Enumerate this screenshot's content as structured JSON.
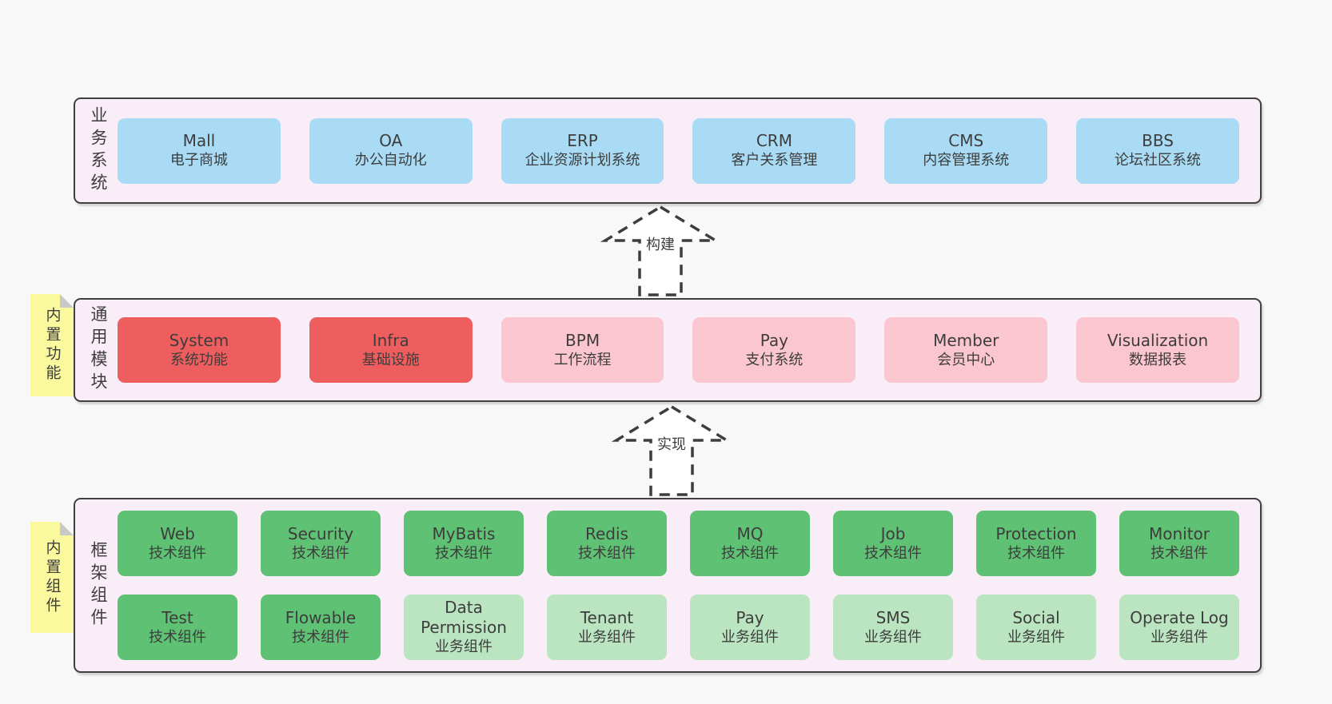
{
  "palette": {
    "page_bg": "#f8f8f8",
    "band_bg": "#f9edf7",
    "band_border": "#404040",
    "blue": "#a9dbf5",
    "red": "#ef5e5e",
    "pink": "#fbc6cf",
    "green_dark": "#5fc173",
    "green_light": "#bbe5c0",
    "note_yellow": "#fbf99d",
    "note_fold": "#c9c9c9",
    "text": "#3d3d3d",
    "arrow_stroke": "#3d3d3d",
    "arrow_fill": "#ffffff"
  },
  "arrows": [
    {
      "label": "构建"
    },
    {
      "label": "实现"
    }
  ],
  "bands": [
    {
      "label": "业务系统",
      "rows": [
        [
          {
            "title": "Mall",
            "subtitle": "电子商城",
            "variant": "blue"
          },
          {
            "title": "OA",
            "subtitle": "办公自动化",
            "variant": "blue"
          },
          {
            "title": "ERP",
            "subtitle": "企业资源计划系统",
            "variant": "blue"
          },
          {
            "title": "CRM",
            "subtitle": "客户关系管理",
            "variant": "blue"
          },
          {
            "title": "CMS",
            "subtitle": "内容管理系统",
            "variant": "blue"
          },
          {
            "title": "BBS",
            "subtitle": "论坛社区系统",
            "variant": "blue"
          }
        ]
      ]
    },
    {
      "label": "通用模块",
      "note": "内置功能",
      "rows": [
        [
          {
            "title": "System",
            "subtitle": "系统功能",
            "variant": "red"
          },
          {
            "title": "Infra",
            "subtitle": "基础设施",
            "variant": "red"
          },
          {
            "title": "BPM",
            "subtitle": "工作流程",
            "variant": "pink"
          },
          {
            "title": "Pay",
            "subtitle": "支付系统",
            "variant": "pink"
          },
          {
            "title": "Member",
            "subtitle": "会员中心",
            "variant": "pink"
          },
          {
            "title": "Visualization",
            "subtitle": "数据报表",
            "variant": "pink"
          }
        ]
      ]
    },
    {
      "label": "框架组件",
      "note": "内置组件",
      "rows": [
        [
          {
            "title": "Web",
            "subtitle": "技术组件",
            "variant": "green-dark"
          },
          {
            "title": "Security",
            "subtitle": "技术组件",
            "variant": "green-dark"
          },
          {
            "title": "MyBatis",
            "subtitle": "技术组件",
            "variant": "green-dark"
          },
          {
            "title": "Redis",
            "subtitle": "技术组件",
            "variant": "green-dark"
          },
          {
            "title": "MQ",
            "subtitle": "技术组件",
            "variant": "green-dark"
          },
          {
            "title": "Job",
            "subtitle": "技术组件",
            "variant": "green-dark"
          },
          {
            "title": "Protection",
            "subtitle": "技术组件",
            "variant": "green-dark"
          },
          {
            "title": "Monitor",
            "subtitle": "技术组件",
            "variant": "green-dark"
          }
        ],
        [
          {
            "title": "Test",
            "subtitle": "技术组件",
            "variant": "green-dark"
          },
          {
            "title": "Flowable",
            "subtitle": "技术组件",
            "variant": "green-dark"
          },
          {
            "title": "Data Permission",
            "subtitle": "业务组件",
            "variant": "green-light"
          },
          {
            "title": "Tenant",
            "subtitle": "业务组件",
            "variant": "green-light"
          },
          {
            "title": "Pay",
            "subtitle": "业务组件",
            "variant": "green-light"
          },
          {
            "title": "SMS",
            "subtitle": "业务组件",
            "variant": "green-light"
          },
          {
            "title": "Social",
            "subtitle": "业务组件",
            "variant": "green-light"
          },
          {
            "title": "Operate Log",
            "subtitle": "业务组件",
            "variant": "green-light"
          }
        ]
      ]
    }
  ]
}
